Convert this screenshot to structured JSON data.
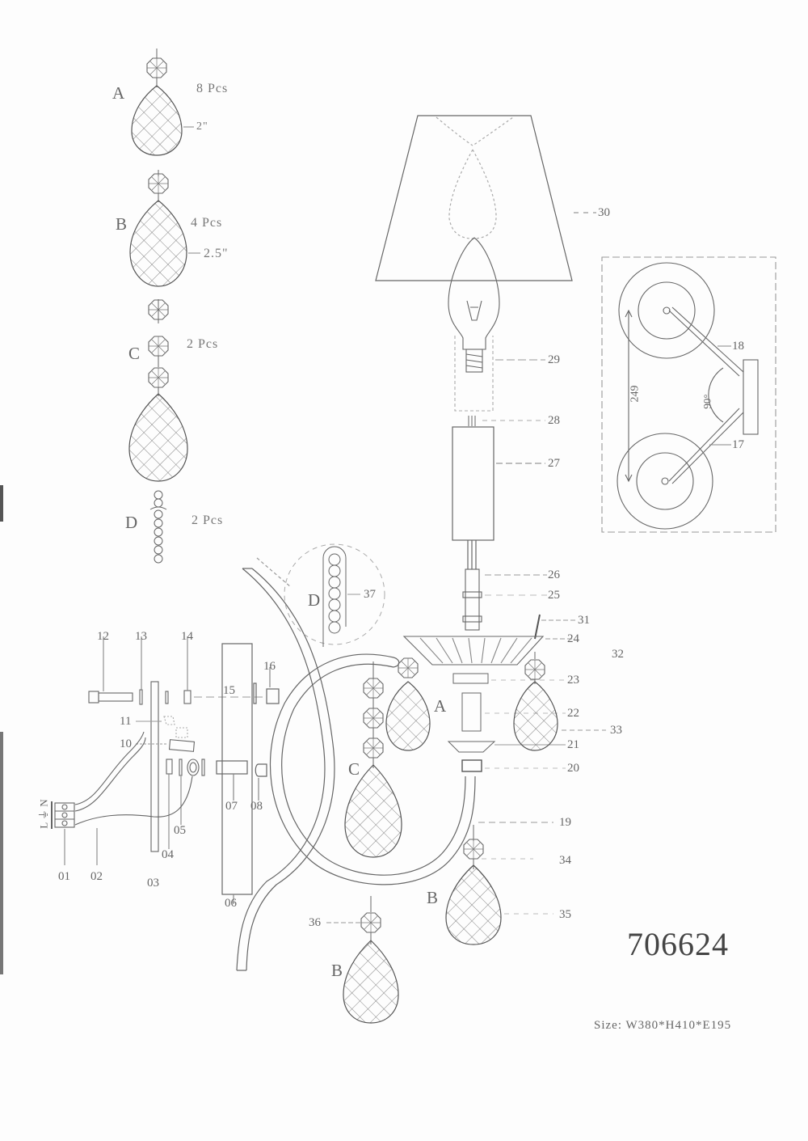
{
  "document": {
    "model_number": "706624",
    "size_text": "Size: W380*H410*E195"
  },
  "crystal_legend": [
    {
      "letter": "A",
      "quantity": "8 Pcs",
      "dimension": "2\""
    },
    {
      "letter": "B",
      "quantity": "4 Pcs",
      "dimension": "2.5\""
    },
    {
      "letter": "C",
      "quantity": "2 Pcs",
      "dimension": ""
    },
    {
      "letter": "D",
      "quantity": "2 Pcs",
      "dimension": ""
    }
  ],
  "top_view_inset": {
    "dimension": "249",
    "angle": "90°",
    "labels": [
      "18",
      "17"
    ]
  },
  "detail_callout": {
    "letter": "D",
    "part": "37"
  },
  "parts": {
    "p01": "01",
    "p02": "02",
    "p03": "03",
    "p04": "04",
    "p05": "05",
    "p06": "06",
    "p07": "07",
    "p08": "08",
    "p10": "10",
    "p11": "11",
    "p12": "12",
    "p13": "13",
    "p14": "14",
    "p15": "15",
    "p16": "16",
    "p17": "17",
    "p18": "18",
    "p19": "19",
    "p20": "20",
    "p21": "21",
    "p22": "22",
    "p23": "23",
    "p24": "24",
    "p25": "25",
    "p26": "26",
    "p27": "27",
    "p28": "28",
    "p29": "29",
    "p30": "30",
    "p31": "31",
    "p32": "32",
    "p33": "33",
    "p34": "34",
    "p35": "35",
    "p36": "36",
    "p37": "37"
  },
  "assembly_crystal_letters": {
    "a": "A",
    "c": "C",
    "b_right": "B",
    "b_bottom": "B"
  },
  "terminal_marks": {
    "l": "L",
    "n": "N",
    "ground": "⏚"
  }
}
